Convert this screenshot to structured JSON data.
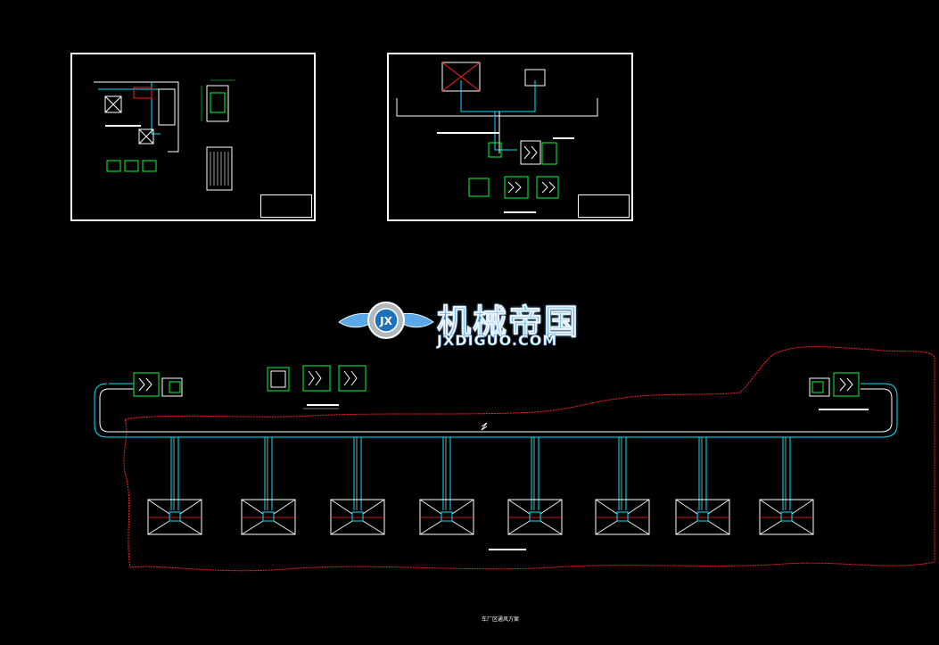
{
  "sheets": [
    {
      "id": "sheet-a"
    },
    {
      "id": "sheet-b"
    }
  ],
  "watermark": {
    "cn": "机械帝国",
    "en": "JXDIGUO.COM",
    "badge": "JX"
  },
  "main_plan": {
    "caption": "车厂区通风方案",
    "hood_count": 8
  },
  "colors": {
    "background": "#000000",
    "line": "#ffffff",
    "duct_cyan": "#00e5ff",
    "equipment_green": "#00ff33",
    "boundary_red": "#ff2020",
    "logo_blue": "#1e90d8"
  }
}
